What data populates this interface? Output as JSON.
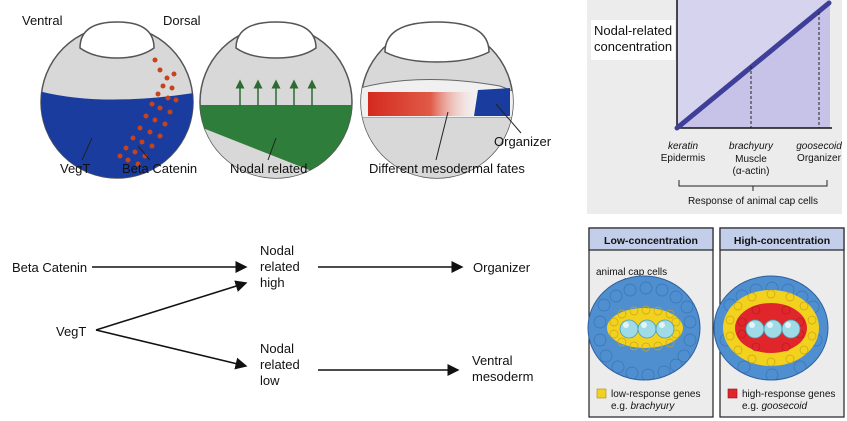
{
  "embryos": {
    "ventral": "Ventral",
    "dorsal": "Dorsal",
    "vegt": "VegT",
    "beta_catenin": "Beta Catenin",
    "nodal_related": "Nodal related",
    "different_fates": "Different mesodermal fates",
    "organizer": "Organizer"
  },
  "flow": {
    "beta_catenin": "Beta Catenin",
    "vegt": "VegT",
    "nodal_high": [
      "Nodal",
      "related",
      "high"
    ],
    "nodal_low": [
      "Nodal",
      "related",
      "low"
    ],
    "organizer": "Organizer",
    "ventral_mesoderm": [
      "Ventral",
      "mesoderm"
    ]
  },
  "graph": {
    "ylabel": [
      "Nodal-related",
      "concentration"
    ],
    "responses": [
      {
        "gene": "keratin",
        "tissue": [
          "Epidermis"
        ]
      },
      {
        "gene": "brachyury",
        "tissue": [
          "Muscle",
          "(α-actin)"
        ]
      },
      {
        "gene": "goosecoid",
        "tissue": [
          "Organizer"
        ]
      }
    ],
    "xlabel": "Response of animal cap cells"
  },
  "panels": {
    "low": {
      "title": "Low-concentration",
      "cap_label": "animal cap cells",
      "legend_line1": "low-response genes",
      "legend_prefix": "e.g. ",
      "legend_gene": "brachyury",
      "legend_color": "#f2d21e"
    },
    "high": {
      "title": "High-concentration",
      "legend_line1": "high-response genes",
      "legend_prefix": "e.g. ",
      "legend_gene": "goosecoid",
      "legend_color": "#e0262a"
    }
  },
  "colors": {
    "cap_blue": "#4f8fd0",
    "panel_header": "#c3cfea",
    "graph_fill": "#d6d3ef",
    "graph_line": "#3f3f99",
    "embryo_gray": "#d8d8d8",
    "vegt_blue": "#1a3c9e",
    "nodal_green": "#2e7d3a",
    "beta_red": "#c8421b"
  }
}
